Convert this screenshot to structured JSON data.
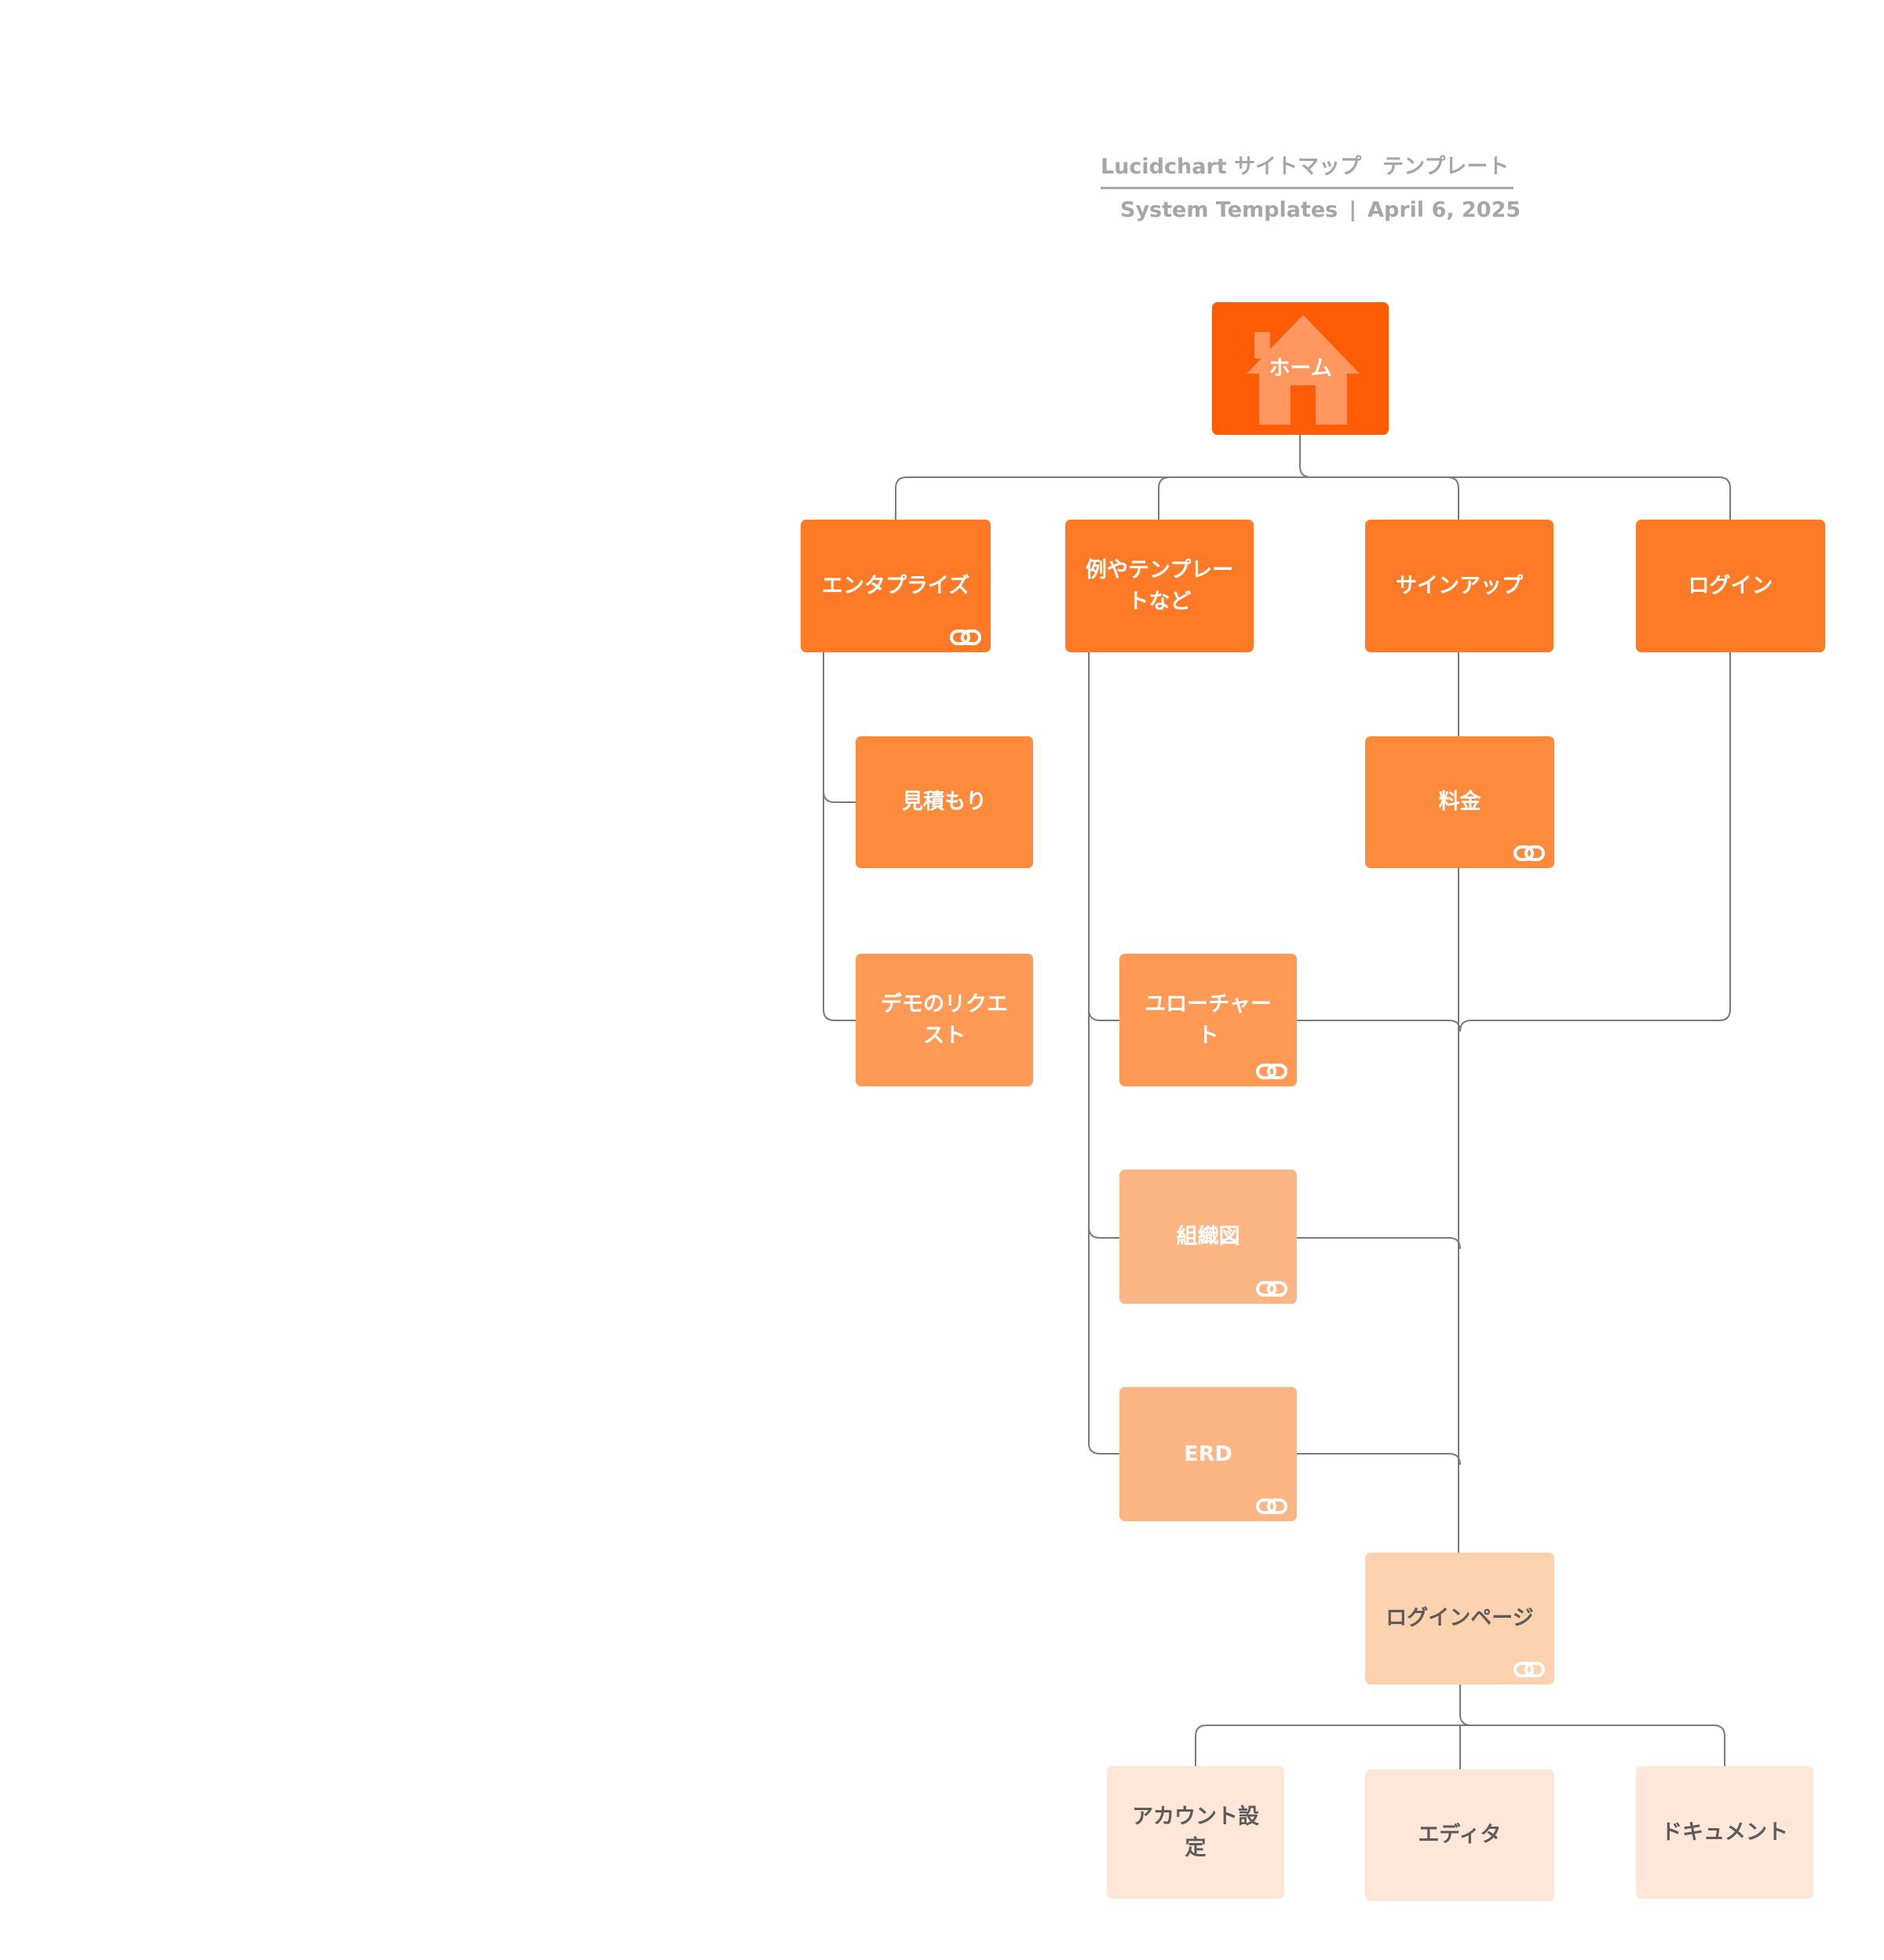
{
  "header": {
    "title": "Lucidchart サイトマップ　テンプレート",
    "author": "System Templates",
    "separator": "|",
    "date": "April 6, 2025"
  },
  "colors": {
    "level0": "#ff5c05",
    "level1": "#fe7a26",
    "level2": "#fe8a3c",
    "level3": "#fe9a56",
    "level4": "#fcb583",
    "level5": "#fdd2ae",
    "level6": "#fee7d8",
    "connector": "#7a7a7a"
  },
  "nodes": {
    "home": {
      "label": "ホーム",
      "icon": "house-icon"
    },
    "enterprise": {
      "label": "エンタプライズ",
      "link": true
    },
    "examples": {
      "label": "例やテンプレートなど"
    },
    "signup": {
      "label": "サインアップ"
    },
    "login": {
      "label": "ログイン"
    },
    "estimate": {
      "label": "見積もり"
    },
    "demo_request": {
      "label": "デモのリクエスト"
    },
    "pricing": {
      "label": "料金",
      "link": true
    },
    "flowchart": {
      "label": "ユローチャート",
      "link": true
    },
    "org_chart": {
      "label": "組織図",
      "link": true
    },
    "erd": {
      "label": "ERD",
      "link": true
    },
    "login_page": {
      "label": "ログインページ",
      "link": true
    },
    "account_settings": {
      "label": "アカウント設定"
    },
    "editor": {
      "label": "エディタ"
    },
    "documents": {
      "label": "ドキュメント"
    }
  }
}
